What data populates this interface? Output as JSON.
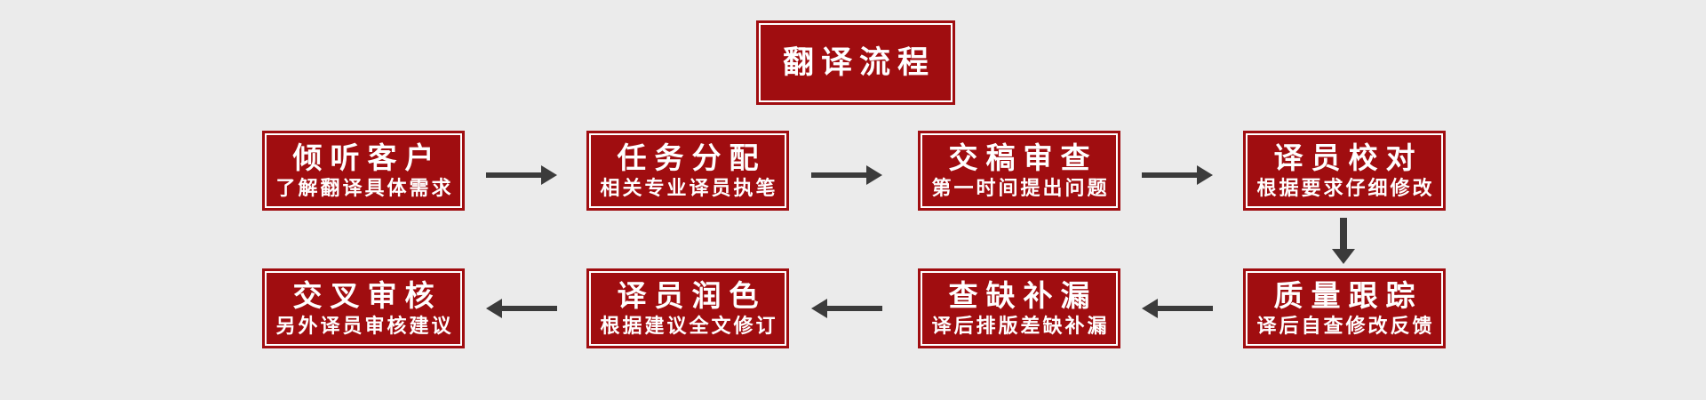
{
  "page": {
    "background_color": "#EBEBEB"
  },
  "colors": {
    "box_red": "#A00D10",
    "inner_border_white": "#FFFFFF",
    "text_white": "#FFFFFF",
    "arrow_gray": "#3B3B3B"
  },
  "title": {
    "label": "翻译流程"
  },
  "steps": [
    {
      "title": "倾听客户",
      "subtitle": "了解翻译具体需求"
    },
    {
      "title": "任务分配",
      "subtitle": "相关专业译员执笔"
    },
    {
      "title": "交稿审查",
      "subtitle": "第一时间提出问题"
    },
    {
      "title": "译员校对",
      "subtitle": "根据要求仔细修改"
    },
    {
      "title": "质量跟踪",
      "subtitle": "译后自查修改反馈"
    },
    {
      "title": "查缺补漏",
      "subtitle": "译后排版差缺补漏"
    },
    {
      "title": "译员润色",
      "subtitle": "根据建议全文修订"
    },
    {
      "title": "交叉审核",
      "subtitle": "另外译员审核建议"
    }
  ],
  "flow": {
    "top_row_direction": "left-to-right",
    "bottom_row_direction": "right-to-left",
    "connector_top_to_bottom": "down arrow between 译员校对 and 质量跟踪",
    "sequence": [
      "倾听客户",
      "任务分配",
      "交稿审查",
      "译员校对",
      "质量跟踪",
      "查缺补漏",
      "译员润色",
      "交叉审核"
    ]
  }
}
